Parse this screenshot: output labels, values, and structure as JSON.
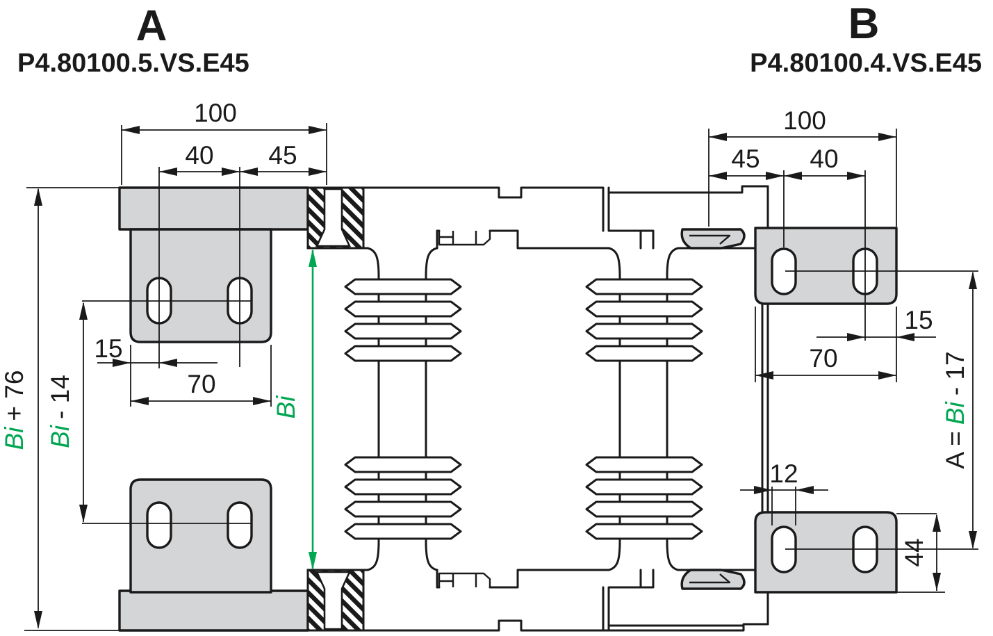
{
  "sections": {
    "a": {
      "label": "A",
      "part_number": "P4.80100.5.VS.E45"
    },
    "b": {
      "label": "B",
      "part_number": "P4.80100.4.VS.E45"
    }
  },
  "dims": {
    "left": {
      "overall": "100",
      "pitch": "40",
      "end": "45",
      "edge": "15",
      "bracket": "70"
    },
    "right": {
      "overall": "100",
      "end": "45",
      "pitch": "40",
      "edge": "15",
      "bracket": "70",
      "slot_width": "12",
      "bracket_height": "44"
    },
    "vertical": {
      "outer_var": "Bi",
      "outer_suffix": "+ 76",
      "inner_var": "Bi",
      "inner_suffix": "- 14",
      "bi_var": "Bi",
      "formula_prefix": "A =",
      "formula_var": "Bi",
      "formula_suffix": "- 17"
    }
  },
  "colors": {
    "accent_green": "#00A651",
    "line": "#1A1A1A",
    "part_gray": "#D3D5D7"
  }
}
